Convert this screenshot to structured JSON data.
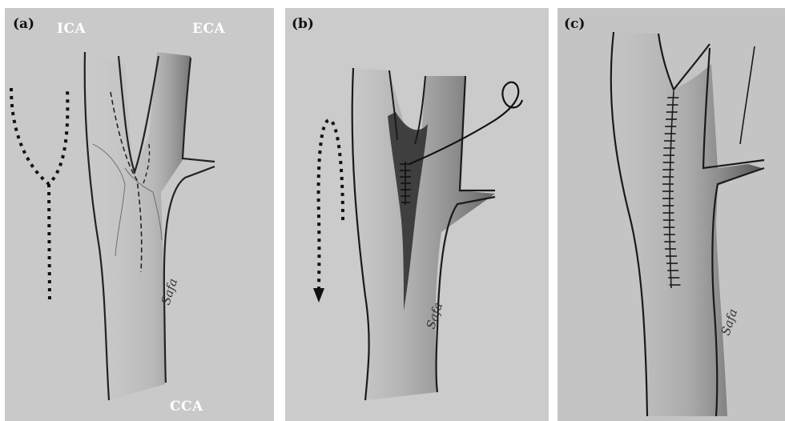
{
  "panels": [
    {
      "label": "(a)",
      "signature": "Safa"
    },
    {
      "label": "(b)",
      "signature": "Safa"
    },
    {
      "label": "(c)",
      "signature": "Safa"
    }
  ],
  "vessel_labels": {
    "ica": "ICA",
    "eca": "ECA",
    "cca": "CCA"
  }
}
